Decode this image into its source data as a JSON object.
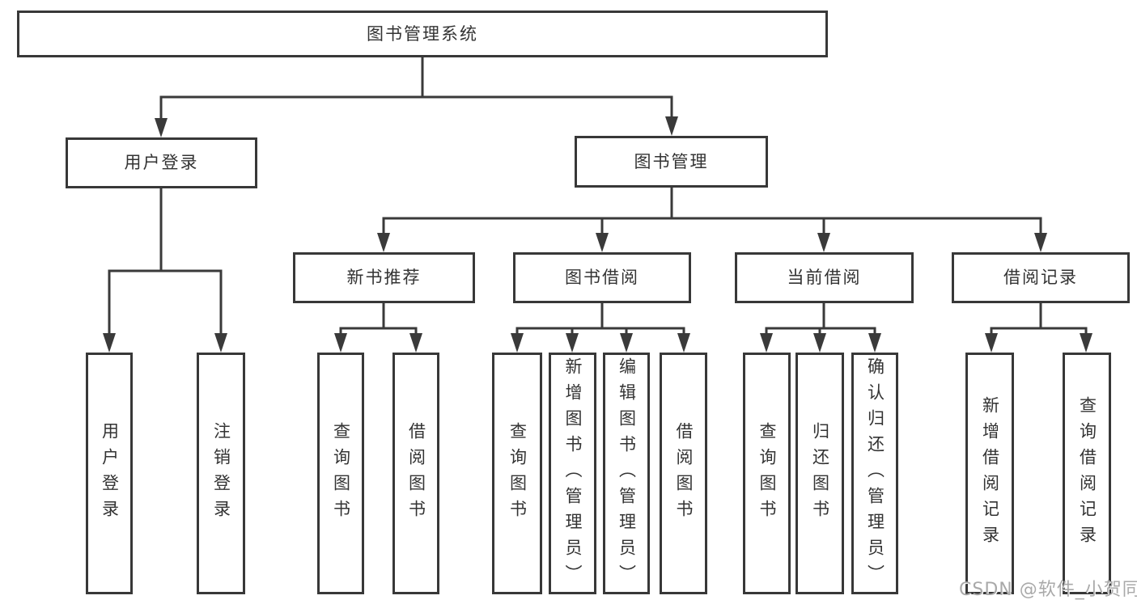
{
  "diagram": {
    "title": "图书管理系统",
    "root": {
      "label": "图书管理系统"
    },
    "level2": [
      {
        "label": "用户登录"
      },
      {
        "label": "图书管理"
      }
    ],
    "level3": [
      {
        "label": "新书推荐"
      },
      {
        "label": "图书借阅"
      },
      {
        "label": "当前借阅"
      },
      {
        "label": "借阅记录"
      }
    ],
    "leaves": [
      {
        "label": "用户登录",
        "parent": "用户登录"
      },
      {
        "label": "注销登录",
        "parent": "用户登录"
      },
      {
        "label": "查询图书",
        "parent": "新书推荐"
      },
      {
        "label": "借阅图书",
        "parent": "新书推荐"
      },
      {
        "label": "查询图书",
        "parent": "图书借阅"
      },
      {
        "label": "新增图书（管理员）",
        "parent": "图书借阅"
      },
      {
        "label": "编辑图书（管理员）",
        "parent": "图书借阅"
      },
      {
        "label": "借阅图书",
        "parent": "图书借阅"
      },
      {
        "label": "查询图书",
        "parent": "当前借阅"
      },
      {
        "label": "归还图书",
        "parent": "当前借阅"
      },
      {
        "label": "确认归还（管理员）",
        "parent": "当前借阅"
      },
      {
        "label": "新增借阅记录",
        "parent": "借阅记录"
      },
      {
        "label": "查询借阅记录",
        "parent": "借阅记录"
      }
    ]
  },
  "watermark": {
    "text": "CSDN @软件_小贺同学"
  },
  "colors": {
    "line": "#3a3a3a",
    "box_border": "#383838",
    "text": "#333333",
    "watermark": "#a9a9a9",
    "background": "#ffffff"
  }
}
